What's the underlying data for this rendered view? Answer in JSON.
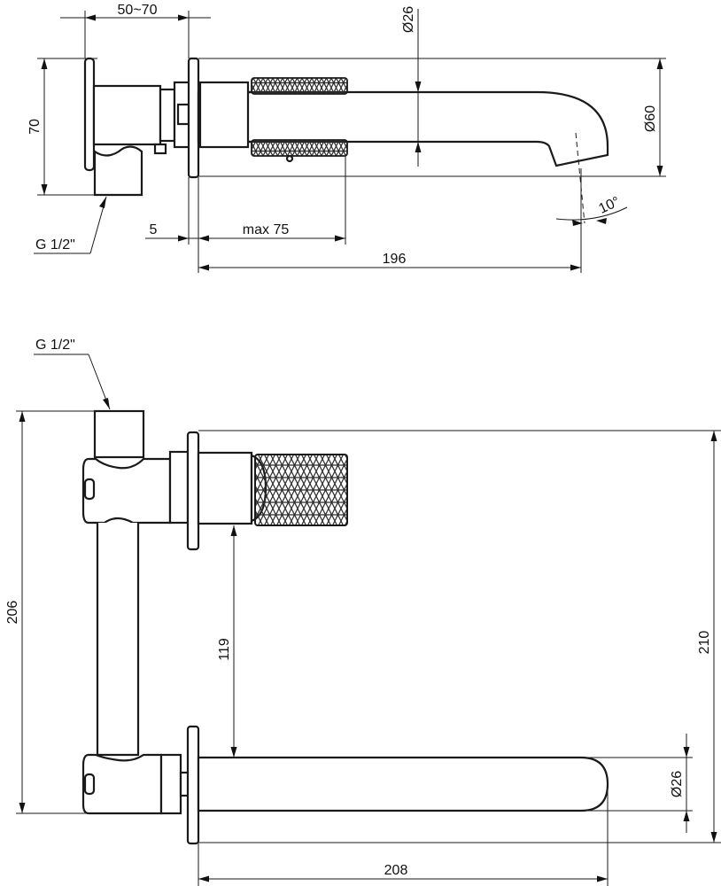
{
  "top_view": {
    "dim_50_70": "50~70",
    "dim_70": "70",
    "dim_d26": "Ø26",
    "dim_d60": "Ø60",
    "dim_10deg": "10°",
    "dim_5": "5",
    "dim_max75": "max 75",
    "dim_196": "196",
    "thread_label": "G 1/2\""
  },
  "front_view": {
    "thread_label": "G 1/2\"",
    "dim_206": "206",
    "dim_119": "119",
    "dim_210": "210",
    "dim_d26": "Ø26",
    "dim_208": "208"
  }
}
